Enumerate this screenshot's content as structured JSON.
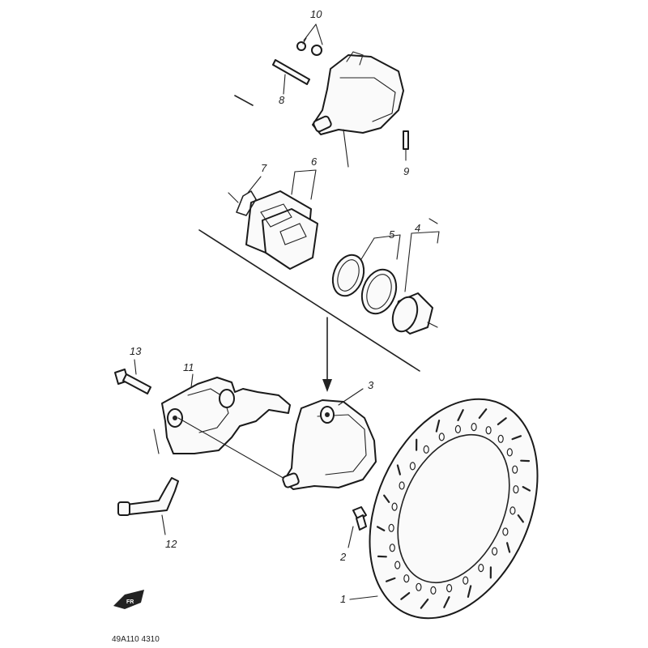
{
  "callouts": {
    "c1": "1",
    "c2": "2",
    "c3": "3",
    "c4": "4",
    "c5": "5",
    "c6": "6",
    "c7": "7",
    "c8": "8",
    "c9": "9",
    "c10": "10",
    "c11": "11",
    "c12": "12",
    "c13": "13"
  },
  "front_mark": "FR",
  "figure_code": "49A110 4310"
}
